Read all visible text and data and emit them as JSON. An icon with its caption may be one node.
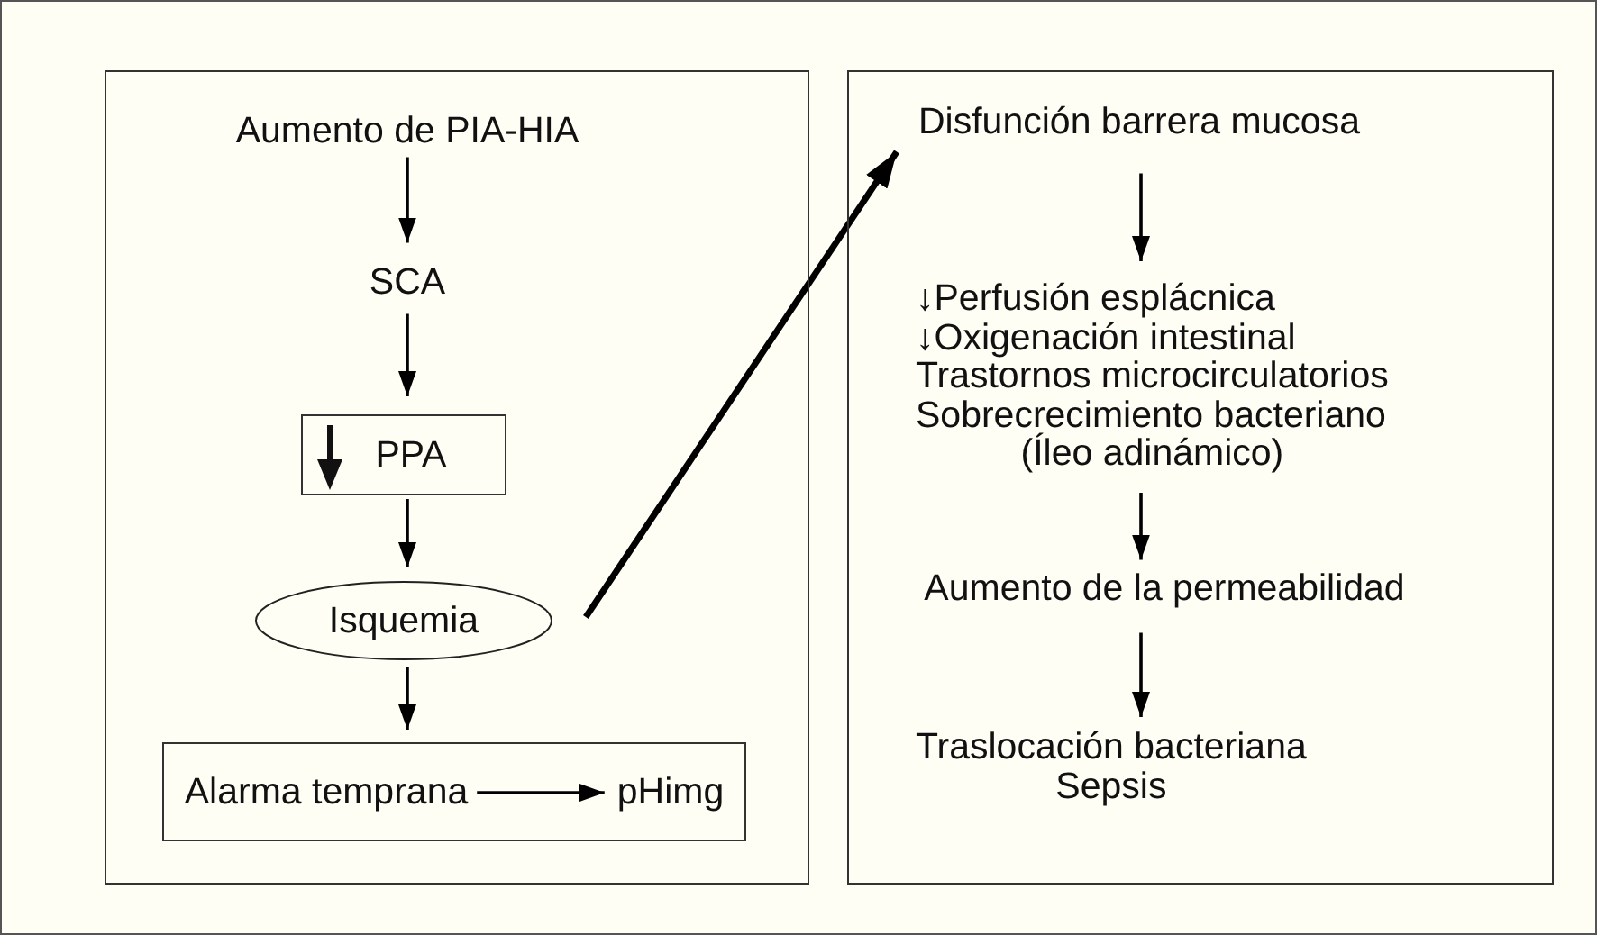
{
  "diagram": {
    "nodes": [
      {
        "text": [],
        "shape": "box"
      },
      {
        "text": [
          "Aumento de PIA-HIA"
        ],
        "in": 0
      },
      {
        "text": [
          "SCA"
        ],
        "in": 0
      },
      {
        "text": [
          "PPA"
        ],
        "in": 0
      },
      {
        "text": [
          "Isquemia"
        ],
        "in": 0
      },
      {
        "text": [],
        "shape": "box",
        "in": 0
      },
      {
        "text": [
          "Alarma temprana"
        ],
        "in": 5
      },
      {
        "text": [
          "pHimg"
        ],
        "in": 5
      },
      {
        "text": [],
        "shape": "box"
      },
      {
        "text": [
          "Disfunción barrera mucosa"
        ],
        "in": 8
      },
      {
        "text": [
          "↓Perfusión esplácnica",
          "↓Oxigenación intestinal",
          "Trastornos microcirculatorios",
          "Sobrecrecimiento bacteriano",
          "(Íleo adinámico)"
        ],
        "in": 8
      },
      {
        "text": [
          "Aumento de la permeabilidad"
        ],
        "in": 8
      },
      {
        "text": [
          "Traslocación bacteriana",
          "Sepsis"
        ],
        "in": 8
      }
    ],
    "edges": [
      {
        "from": 1,
        "to": 2,
        "arrow": "to"
      },
      {
        "from": 2,
        "to": 3,
        "arrow": "to"
      },
      {
        "from": 3,
        "to": 4,
        "arrow": "to"
      },
      {
        "from": 4,
        "to": 5,
        "arrow": "to"
      },
      {
        "from": 6,
        "to": 7,
        "arrow": "to"
      },
      {
        "from": 4,
        "to": 9,
        "arrow": "to",
        "style": "thick"
      },
      {
        "from": 9,
        "to": 10,
        "arrow": "to"
      },
      {
        "from": 10,
        "to": 11,
        "arrow": "to"
      },
      {
        "from": 11,
        "to": 12,
        "arrow": "to"
      }
    ]
  }
}
